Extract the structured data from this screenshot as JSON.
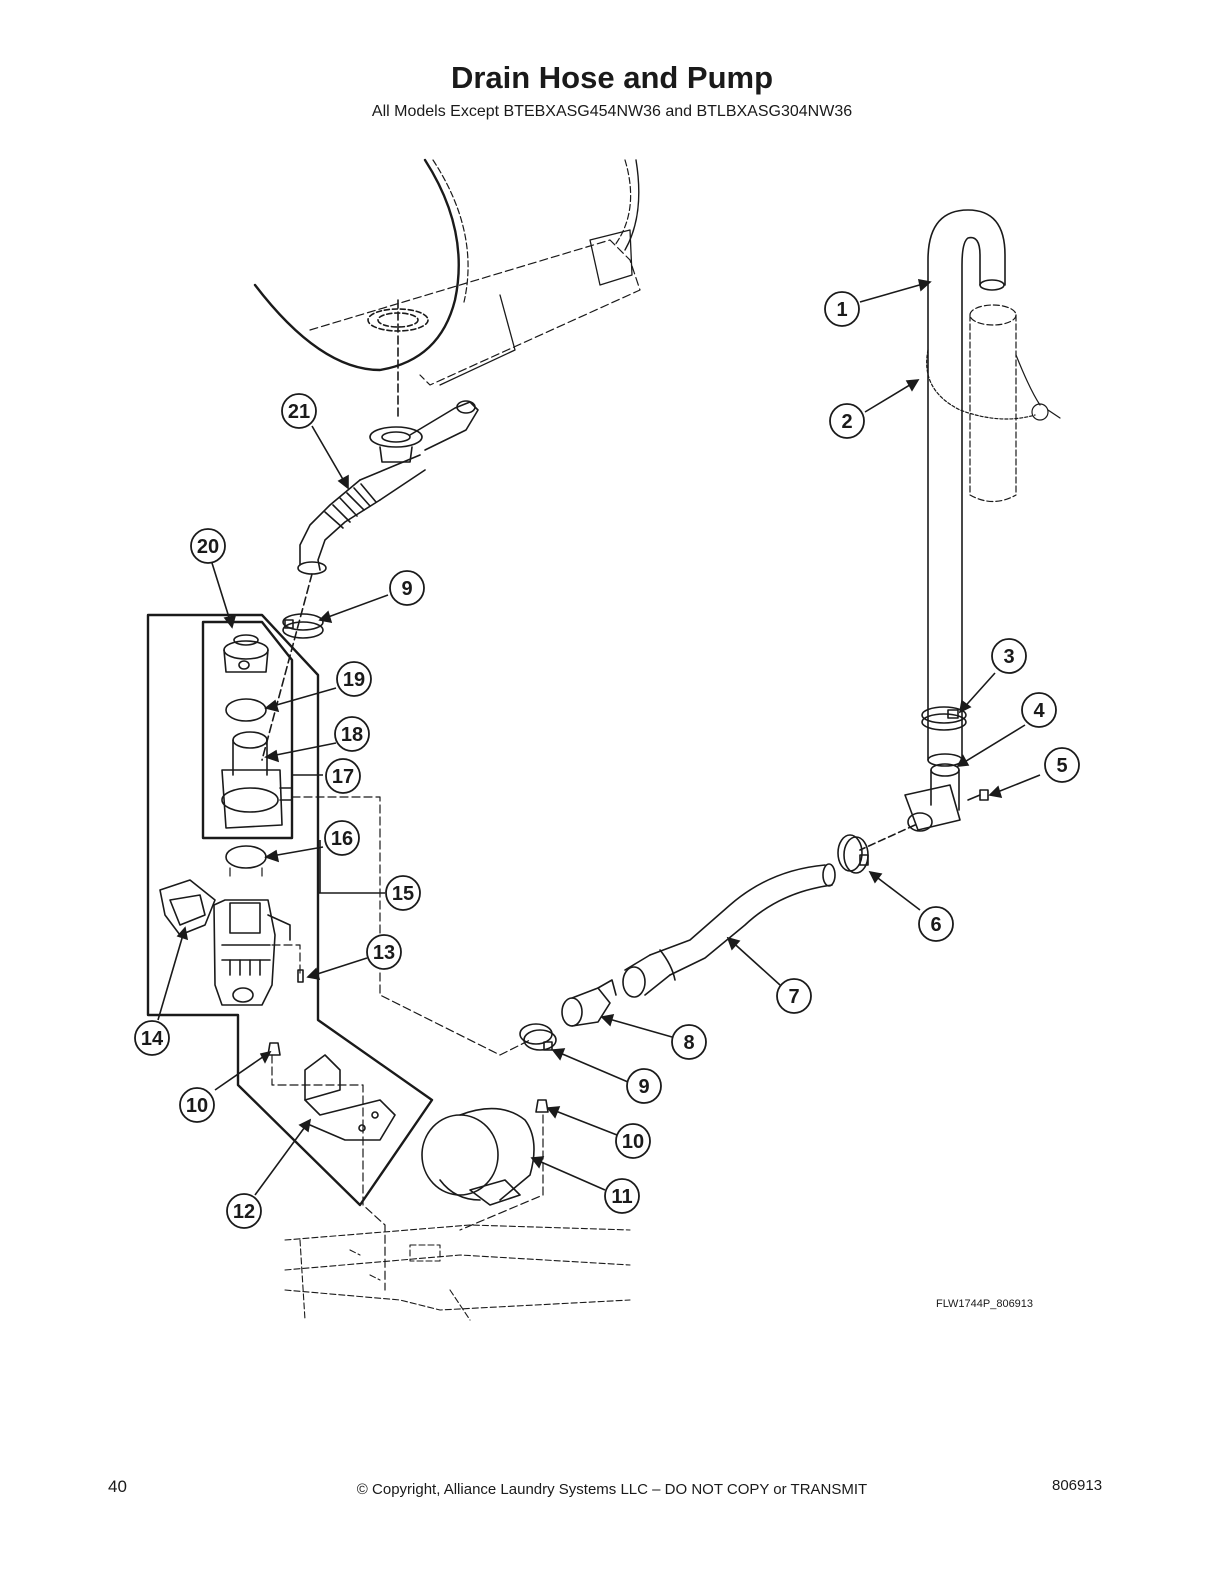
{
  "header": {
    "title": "Drain Hose and Pump",
    "subtitle": "All Models Except BTEBXASG454NW36 and BTLBXASG304NW36"
  },
  "diagram": {
    "figure_code": "FLW1744P_806913",
    "callouts": [
      "1",
      "2",
      "3",
      "4",
      "5",
      "6",
      "7",
      "8",
      "9",
      "9",
      "10",
      "10",
      "11",
      "12",
      "13",
      "14",
      "15",
      "16",
      "17",
      "18",
      "19",
      "20",
      "21"
    ]
  },
  "footer": {
    "page_number": "40",
    "copyright": "© Copyright, Alliance Laundry Systems LLC – DO NOT COPY or TRANSMIT",
    "doc_number": "806913"
  }
}
